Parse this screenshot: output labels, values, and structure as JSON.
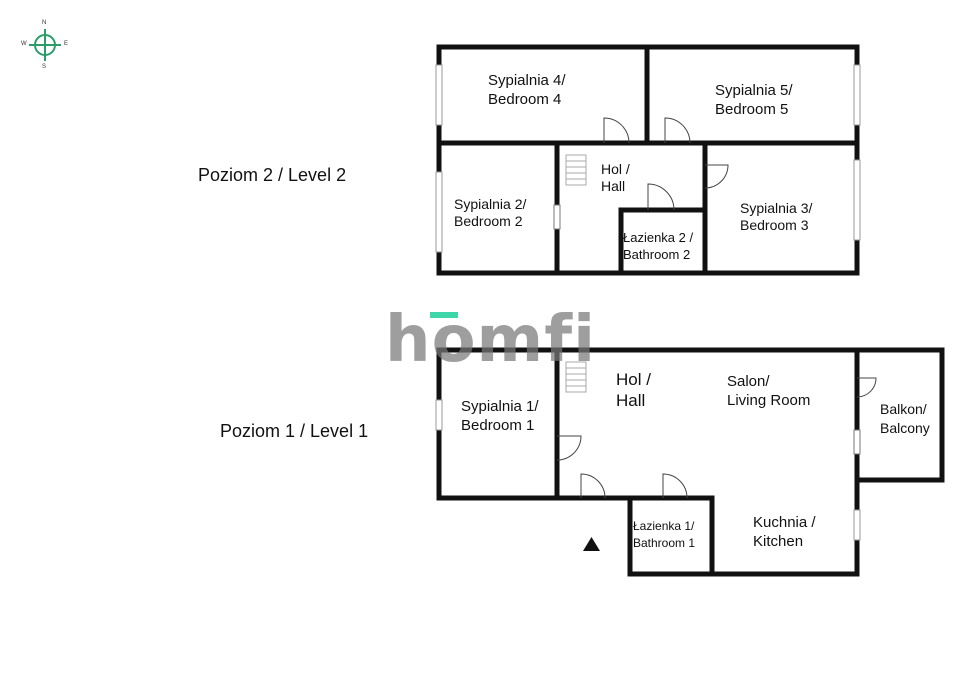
{
  "compass": {
    "north": "N",
    "south": "S",
    "east": "E",
    "west": "W"
  },
  "watermark": {
    "text": "homfi",
    "accent_color": "#3dd6a8"
  },
  "levels": [
    {
      "label": "Poziom 2 / Level 2"
    },
    {
      "label": "Poziom 1 / Level 1"
    }
  ],
  "rooms": {
    "level2": {
      "bedroom4": [
        "Sypialnia 4/",
        "Bedroom 4"
      ],
      "bedroom5": [
        "Sypialnia 5/",
        "Bedroom 5"
      ],
      "bedroom2": [
        "Sypialnia 2/",
        "Bedroom 2"
      ],
      "hall": [
        "Hol /",
        "Hall"
      ],
      "bathroom2": [
        "Łazienka 2 /",
        "Bathroom 2"
      ],
      "bedroom3": [
        "Sypialnia 3/",
        "Bedroom 3"
      ]
    },
    "level1": {
      "bedroom1": [
        "Sypialnia 1/",
        "Bedroom 1"
      ],
      "hall": [
        "Hol /",
        "Hall"
      ],
      "living": [
        "Salon/",
        "Living Room"
      ],
      "balcony": [
        "Balkon/",
        "Balcony"
      ],
      "bathroom1": [
        "Łazienka 1/",
        "Bathroom 1"
      ],
      "kitchen": [
        "Kuchnia /",
        "Kitchen"
      ]
    }
  }
}
